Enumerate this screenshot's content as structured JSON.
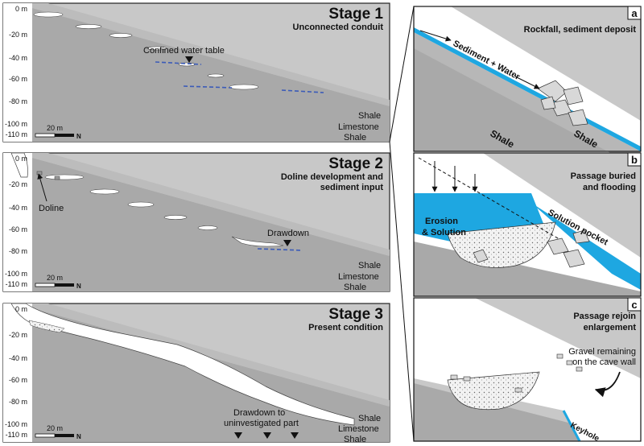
{
  "colors": {
    "upper_gray": "#c8c8c8",
    "mid_gray": "#b7b7b7",
    "lower_gray": "#a9a9a9",
    "water": "#1ea7e1",
    "dashed": "#3b5bb8",
    "frame": "#222222"
  },
  "depth_ticks": [
    "0 m",
    "-20 m",
    "-40 m",
    "-60 m",
    "-80 m",
    "-100 m",
    "-110 m"
  ],
  "scale_bar": {
    "label": "20 m",
    "north": "N"
  },
  "rock_labels": [
    "Shale",
    "Limestone",
    "Shale"
  ],
  "stage1": {
    "title": "Stage 1",
    "subtitle": "Unconnected conduit",
    "annotation": "Confined water table"
  },
  "stage2": {
    "title": "Stage 2",
    "subtitle_line1": "Doline development and",
    "subtitle_line2": "sediment input",
    "doline": "Doline",
    "drawdown": "Drawdown"
  },
  "stage3": {
    "title": "Stage 3",
    "subtitle": "Present condition",
    "drawdown_line1": "Drawdown  to",
    "drawdown_line2": "uninvestigated part"
  },
  "panel_a": {
    "letter": "a",
    "title": "Rockfall, sediment deposit",
    "flow_label": "Sediment + Water",
    "shale_left": "Shale",
    "shale_right": "Shale"
  },
  "panel_b": {
    "letter": "b",
    "title_line1": "Passage buried",
    "title_line2": "and flooding",
    "erosion_line1": "Erosion",
    "erosion_line2": "& Solution",
    "pocket": "Solution pocket"
  },
  "panel_c": {
    "letter": "c",
    "title_line1": "Passage rejoin",
    "title_line2": "enlargement",
    "gravel_line1": "Gravel remaining",
    "gravel_line2": "on the cave wall",
    "keyhole": "Keyhole"
  }
}
